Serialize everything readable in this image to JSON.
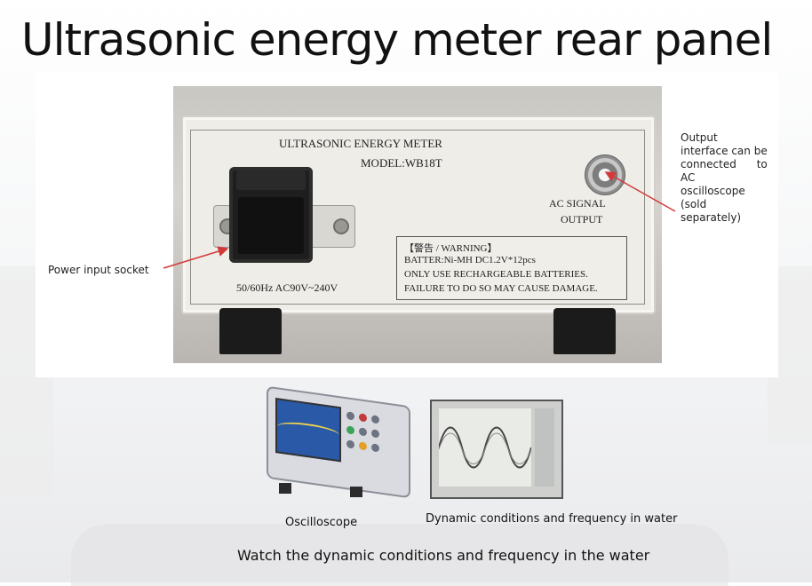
{
  "slide": {
    "title": "Ultrasonic energy meter rear panel",
    "bottom_caption": "Watch the dynamic conditions and frequency in the water"
  },
  "device_photo": {
    "panel_name": "ULTRASONIC ENERGY METER",
    "model": "MODEL:WB18T",
    "voltage_label": "50/60Hz   AC90V~240V",
    "output_label_line1": "AC SIGNAL",
    "output_label_line2": "OUTPUT",
    "warning": {
      "header": "【警告 / WARNING】",
      "lines": [
        "BATTER:Ni-MH DC1.2V*12pcs",
        "ONLY USE RECHARGEABLE BATTERIES.",
        "FAILURE TO DO SO MAY CAUSE DAMAGE."
      ]
    }
  },
  "callouts": {
    "power": "Power input socket",
    "output": [
      "Output",
      "interface can be",
      "connected      to",
      "AC",
      "oscilloscope",
      "(sold",
      "separately)"
    ]
  },
  "captions": {
    "oscilloscope": "Oscilloscope",
    "dynamic": "Dynamic conditions and frequency in water"
  },
  "colors": {
    "arrow": "#d23a3a",
    "title_text": "#111111"
  }
}
